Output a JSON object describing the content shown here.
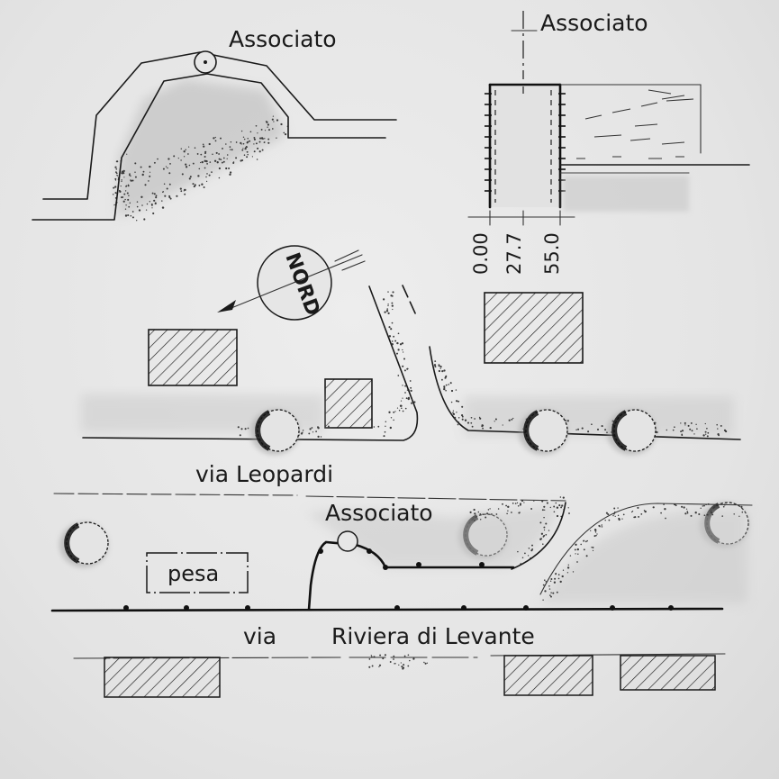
{
  "labels": {
    "associato_top_left": "Associato",
    "associato_top_right": "Associato",
    "associato_bottom": "Associato",
    "nord": "NORD",
    "pesa": "pesa",
    "street_leopardi": "via   Leopardi",
    "street_riviera_via": "via",
    "street_riviera_name": "Riviera di Levante"
  },
  "section_levels": [
    "0.00",
    "27.7",
    "55.0"
  ],
  "colors": {
    "paper": "#e6e6e6",
    "ink": "#1a1a1a",
    "stipple": "#3a3a3a"
  },
  "icons": {
    "north_arrow": "compass-arrow-icon",
    "associato_marker": "circle-dot-icon"
  }
}
